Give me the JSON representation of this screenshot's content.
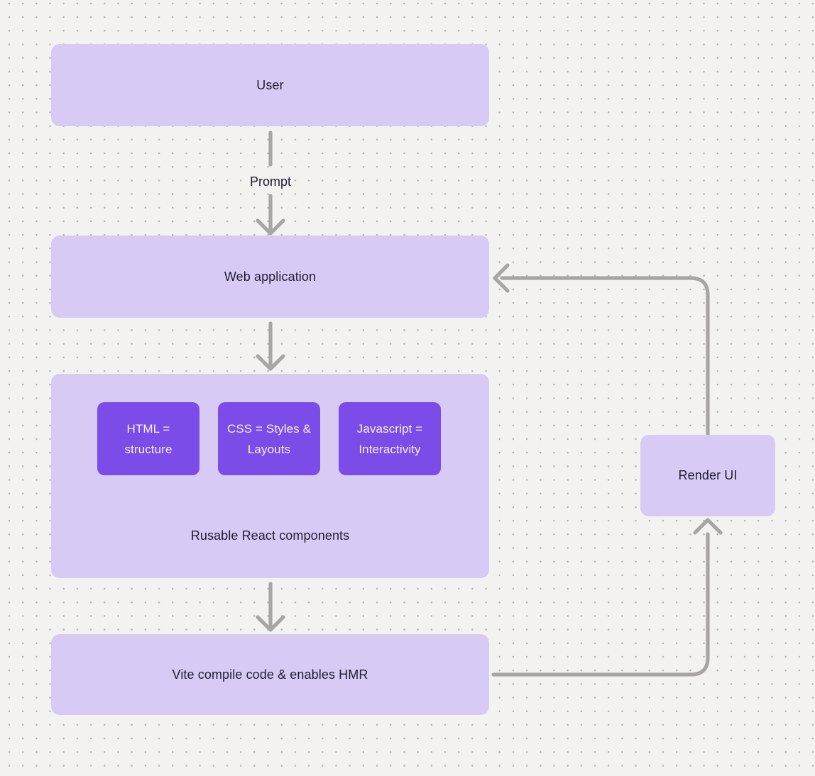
{
  "diagram": {
    "nodes": {
      "user": {
        "label": "User"
      },
      "web_app": {
        "label": "Web application"
      },
      "components_group": {
        "caption": "Rusable React components",
        "children": [
          {
            "label": "HTML = structure"
          },
          {
            "label": "CSS = Styles & Layouts"
          },
          {
            "label": "Javascript = Interactivity"
          }
        ]
      },
      "vite": {
        "label": "Vite compile code & enables HMR"
      },
      "render_ui": {
        "label": "Render UI"
      }
    },
    "edges": [
      {
        "from": "user",
        "to": "web_app",
        "label": "Prompt"
      },
      {
        "from": "web_app",
        "to": "components_group",
        "label": ""
      },
      {
        "from": "components_group",
        "to": "vite",
        "label": ""
      },
      {
        "from": "vite",
        "to": "render_ui",
        "label": ""
      },
      {
        "from": "render_ui",
        "to": "web_app",
        "label": ""
      }
    ],
    "colors": {
      "background": "#f4f2f1",
      "dot": "#b5b1af",
      "node_fill": "#d7cbf6",
      "child_fill": "#7c4ce8",
      "child_text": "#f6f0ff",
      "text": "#221c30",
      "arrow": "#a9a5a4"
    }
  }
}
